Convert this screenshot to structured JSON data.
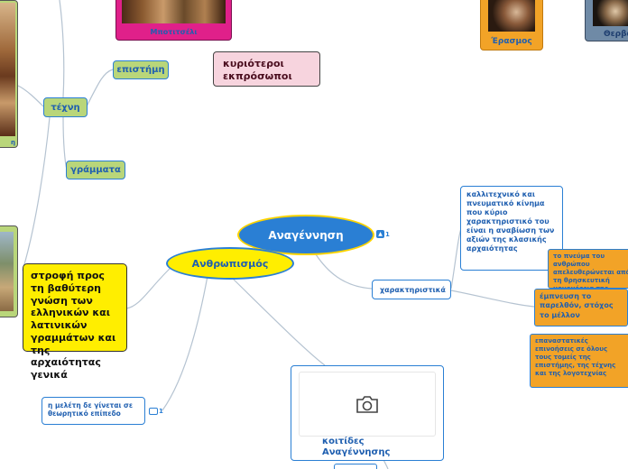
{
  "central": {
    "label": "Αναγέννηση",
    "like_count": "1"
  },
  "humanism": {
    "label": "Ανθρωπισμός"
  },
  "nodes": {
    "episteme": "επιστήμη",
    "kyrioteroi": "κυριότεροι εκπρόσωποι",
    "techni": "τέχνη",
    "grammata": "γράμματα",
    "strofi": "στροφή προς τη βαθύτερη γνώση των ελληνικών και λατινικών γραμμάτων και της αρχαιότητας γενικά",
    "meleti": "η μελέτη δε γίνεται σε θεωρητικό επίπεδο",
    "meleti_comments": "1",
    "charaktiristika": "χαρακτηριστικά",
    "kallitechniko": "καλλιτεχνικό και πνευματικό κίνημα που κύριο χαρακτηριστικό του είναι η αναβίωση των αξιών της κλασικής αρχαιότητας",
    "pnevma": "το πνεύμα του ανθρώπου απελευθερώνεται από τη θρησκευτική μονομέρεια της",
    "empnefsi": "έμπνευση το παρελθόν, στόχος το μέλλον",
    "epanastatikes": "επαναστατικές επινοήσεις σε όλους τους τομείς της επιστήμης, της τέχνης και της λογοτεχνίας",
    "koitides": "κοιτίδες Αναγέννησης"
  },
  "images": {
    "top_center_caption": "Μποτιτσέλι",
    "erasmus_caption": "Έρασμος",
    "right_caption": "Θερβάντες",
    "left_caption": "η"
  },
  "icons": {
    "like": "thumbs-up-icon",
    "comment": "comment-icon",
    "camera": "camera-icon"
  },
  "colors": {
    "central_fill": "#2a7fd4",
    "humanism_fill": "#ffee00",
    "green_fill": "#b9d67a",
    "orange_fill": "#f2a327",
    "link": "#a9b9c9"
  }
}
